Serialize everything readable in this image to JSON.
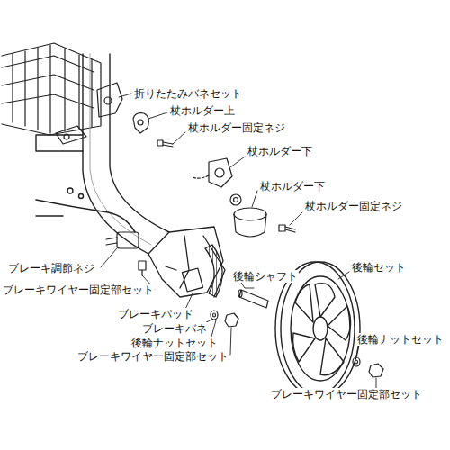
{
  "diagram": {
    "labels": [
      "折りたたみバネセット",
      "杖ホルダー上",
      "杖ホルダー固定ネジ",
      "杖ホルダー下",
      "杖ホルダー下",
      "杖ホルダー固定ネジ",
      "後輪シャフト",
      "後輪セット",
      "ブレーキ調節ネジ",
      "ブレーキワイヤー固定部セット",
      "ブレーキパッド",
      "ブレーキバネ",
      "後輪ナットセット",
      "ブレーキワイヤー固定部セット",
      "後輪ナットセット",
      "ブレーキワイヤー固定部セット"
    ]
  }
}
